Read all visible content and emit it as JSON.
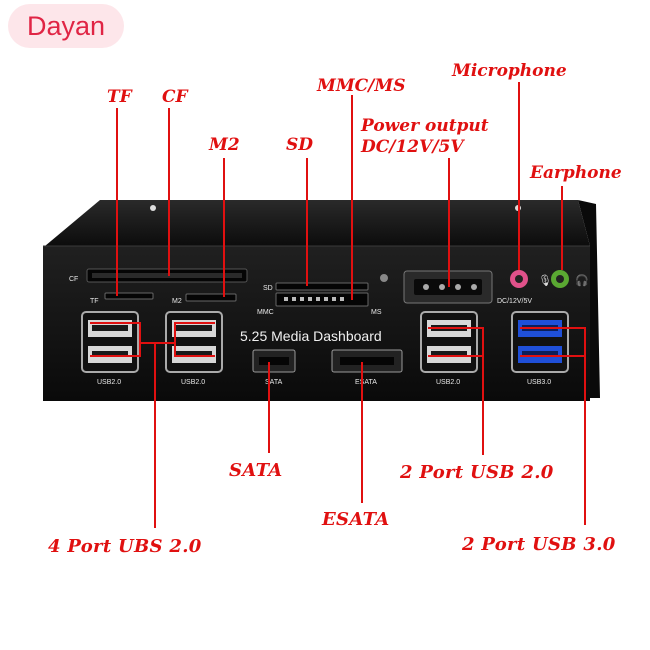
{
  "logo": {
    "text": "Dayan"
  },
  "labels": {
    "tf": "TF",
    "cf": "CF",
    "m2": "M2",
    "sd": "SD",
    "mmc_ms": "MMC/MS",
    "power_output_1": "Power output",
    "power_output_2": "DC/12V/5V",
    "microphone": "Microphone",
    "earphone": "Earphone",
    "sata": "SATA",
    "esata": "ESATA",
    "usb2_2port": "2 Port USB 2.0",
    "usb2_4port": "4 Port UBS 2.0",
    "usb3_2port": "2 Port USB 3.0"
  },
  "panel": {
    "title": "5.25 Media Dashboard",
    "print": {
      "cf": "CF",
      "tf": "TF",
      "m2": "M2",
      "sd": "SD",
      "mmc": "MMC",
      "ms": "MS",
      "dc": "DC/12V/5V",
      "usb2_a": "USB2.0",
      "usb2_b": "USB2.0",
      "usb2_c": "USB2.0",
      "usb3": "USB3.0",
      "sata": "SATA",
      "esata": "ESATA"
    }
  },
  "colors": {
    "label": "#e01010",
    "panel": "#141414",
    "usb3_blue": "#1f4fd8",
    "mic_pink": "#e0518a",
    "ear_green": "#5aa832"
  }
}
